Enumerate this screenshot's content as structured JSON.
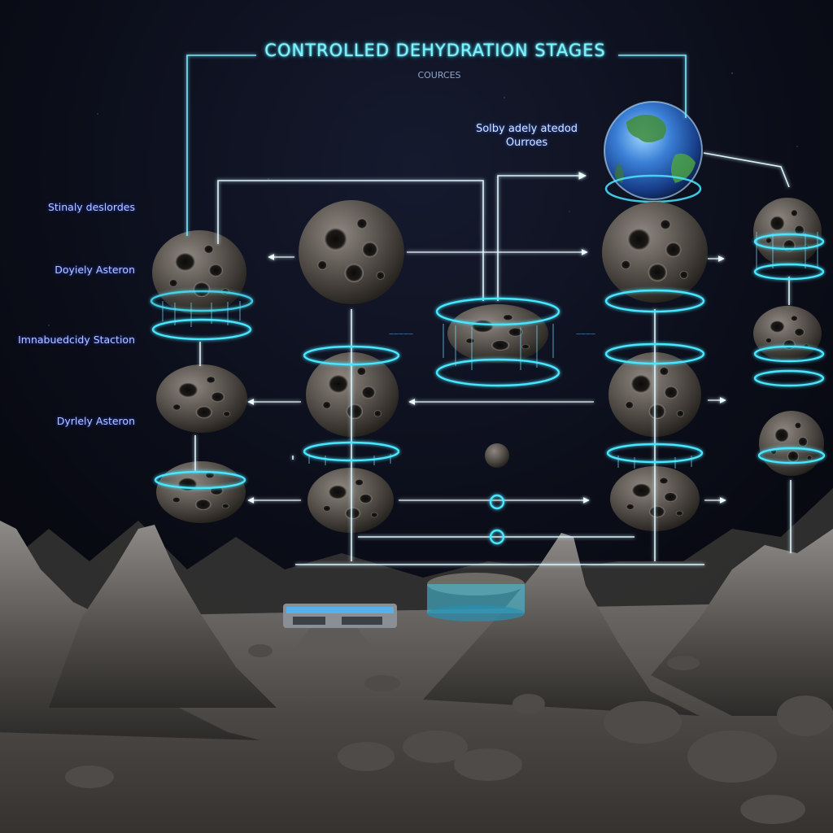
{
  "diagram": {
    "title": "CONTROLLED DEHYDRATION STAGES",
    "subtitle": "COURCES",
    "annotation": {
      "line1": "Solby adely atedod",
      "line2": "Ourroes"
    },
    "side_labels": [
      "Stinaly deslordes",
      "Doyiely Asteron",
      "Imnabuedcidy Staction",
      "Dyrlely Asteron"
    ],
    "small_tags": [
      "—————",
      "————"
    ]
  },
  "colors": {
    "glow": "#49e6ff",
    "text_glow": "#7ff5ff",
    "sky": "#07080f",
    "rock": "#4d4945",
    "ground": "#5a5754"
  }
}
